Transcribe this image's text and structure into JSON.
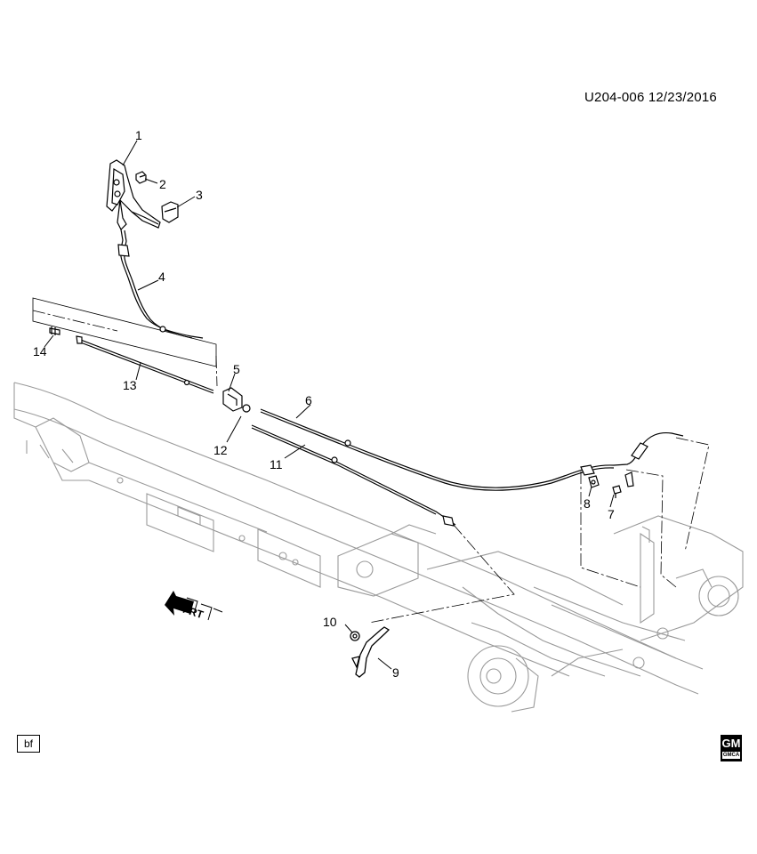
{
  "header": {
    "diagram_ref": "U204-006  12/23/2016"
  },
  "callouts": [
    "1",
    "2",
    "3",
    "4",
    "5",
    "6",
    "7",
    "8",
    "9",
    "10",
    "11",
    "12",
    "13",
    "14"
  ],
  "direction_label": "FRT",
  "corner_badge": "bf",
  "logo": {
    "text": "GM",
    "subtext": "GMCA"
  },
  "icons": [
    "front-arrow-icon",
    "gm-logo-icon"
  ]
}
